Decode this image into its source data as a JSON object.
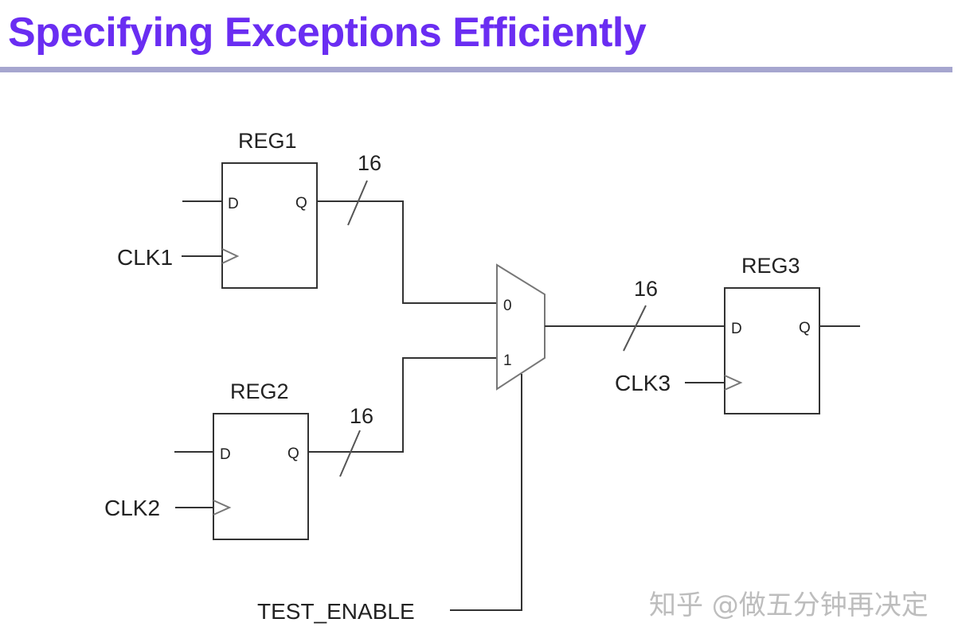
{
  "header": {
    "title": "Specifying Exceptions Efficiently",
    "title_color": "#6a2df2",
    "rule_color": "#a6a6cf"
  },
  "diagram": {
    "registers": [
      {
        "name": "REG1",
        "d_pin": "D",
        "q_pin": "Q",
        "clock": "CLK1"
      },
      {
        "name": "REG2",
        "d_pin": "D",
        "q_pin": "Q",
        "clock": "CLK2"
      },
      {
        "name": "REG3",
        "d_pin": "D",
        "q_pin": "Q",
        "clock": "CLK3"
      }
    ],
    "buses": [
      {
        "from": "REG1.Q",
        "to": "MUX.0",
        "width": "16"
      },
      {
        "from": "REG2.Q",
        "to": "MUX.1",
        "width": "16"
      },
      {
        "from": "MUX.out",
        "to": "REG3.D",
        "width": "16"
      }
    ],
    "mux": {
      "input0": "0",
      "input1": "1",
      "select": "TEST_ENABLE"
    },
    "select_signal": "TEST_ENABLE"
  },
  "watermark": "知乎 @做五分钟再决定"
}
